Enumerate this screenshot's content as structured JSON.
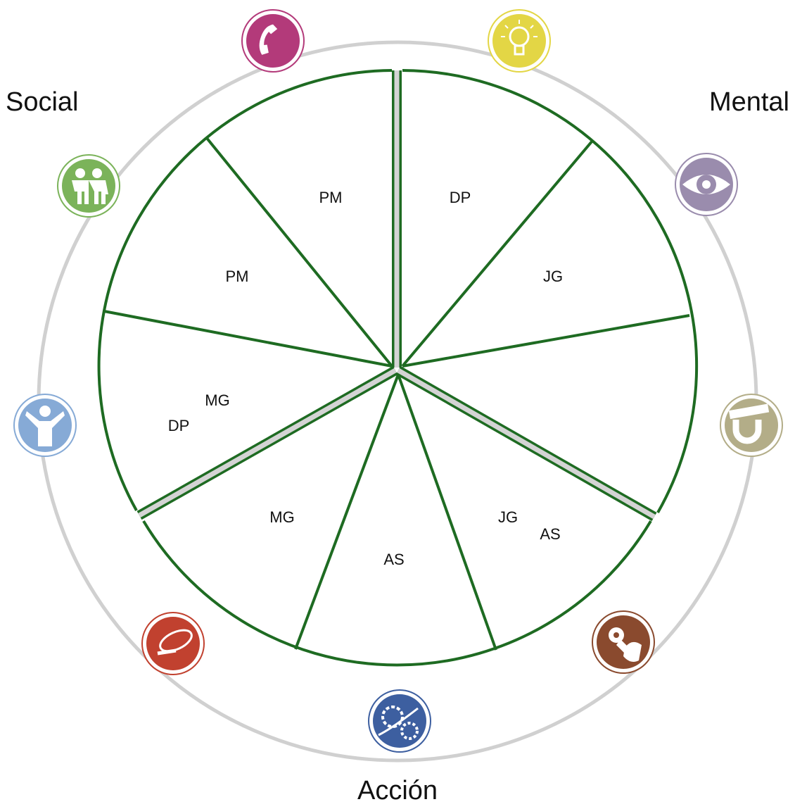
{
  "groups": {
    "social": "Social",
    "mental": "Mental",
    "accion": "Acción"
  },
  "colors": {
    "segment_line": "#1e6b22",
    "divider": "#d4d4d4",
    "orbit": "#d0d0d0"
  },
  "icons": [
    {
      "name": "phone-icon",
      "color": "#b33a7a"
    },
    {
      "name": "lightbulb-icon",
      "color": "#e3d645"
    },
    {
      "name": "eye-icon",
      "color": "#9a8cad"
    },
    {
      "name": "magnet-icon",
      "color": "#b3ad88"
    },
    {
      "name": "hand-wrench-icon",
      "color": "#8a4a2e"
    },
    {
      "name": "gears-icon",
      "color": "#3d5fa0"
    },
    {
      "name": "lasso-icon",
      "color": "#c1412f"
    },
    {
      "name": "person-arms-up-icon",
      "color": "#86aad6"
    },
    {
      "name": "people-holding-hands-icon",
      "color": "#7bb35a"
    }
  ],
  "segments": [
    {
      "id": "top-right",
      "labels": [
        "DP"
      ]
    },
    {
      "id": "upper-right",
      "labels": [
        "JG"
      ]
    },
    {
      "id": "right",
      "labels": []
    },
    {
      "id": "lower-right",
      "labels": [
        "JG",
        "AS"
      ]
    },
    {
      "id": "bottom",
      "labels": [
        "AS"
      ]
    },
    {
      "id": "lower-left",
      "labels": [
        "MG"
      ]
    },
    {
      "id": "left",
      "labels": [
        "MG",
        "DP"
      ]
    },
    {
      "id": "upper-left",
      "labels": [
        "PM"
      ]
    },
    {
      "id": "top-left",
      "labels": [
        "PM"
      ]
    }
  ]
}
